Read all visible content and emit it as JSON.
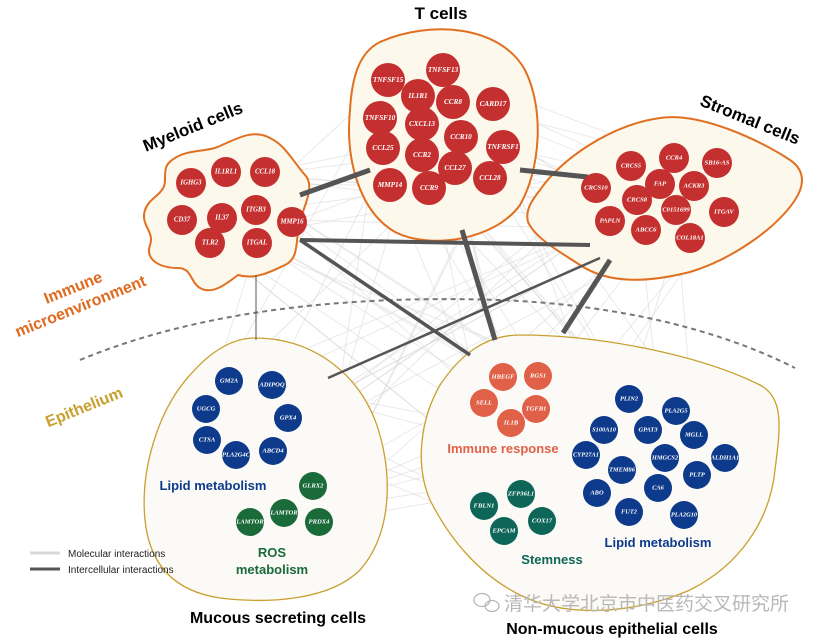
{
  "colors": {
    "immune_node": "#c4302f",
    "immune_outline": "#e07020",
    "immune_fill": "#fcf8ec",
    "epithelium_outline": "#c9a030",
    "epithelium_fill": "#fbfaf6",
    "lipid_node": "#0e3a8c",
    "ros_node": "#1a6a3a",
    "stemness_node": "#0e6658",
    "immune_response_node": "#e06048",
    "molecular_edge": "#d8d8d8",
    "intercellular_edge": "#555555",
    "immune_label": "#e06a1e",
    "epithelium_label": "#c9a030",
    "divider": "#777777"
  },
  "regions": {
    "immune": "Immune microenvironment",
    "immune_line1": "Immune",
    "immune_line2": "microenvironment",
    "epithelium": "Epithelium"
  },
  "groups": {
    "t_cells": {
      "title": "T cells",
      "nodes": [
        "TNFSF13",
        "TNFSF15",
        "IL1R1",
        "CCR8",
        "CARD17",
        "TNFSF10",
        "CXCL13",
        "CCR10",
        "CCL25",
        "CCR2",
        "TNFRSF1",
        "CCL27",
        "CCL28",
        "MMP14",
        "CCR9"
      ]
    },
    "myeloid_cells": {
      "title": "Myeloid cells",
      "nodes": [
        "IGHG3",
        "IL1RL1",
        "CCL18",
        "CD37",
        "IL37",
        "ITGB3",
        "MMP16",
        "TLR2",
        "ITGAL"
      ]
    },
    "stromal_cells": {
      "title": "Stromal cells",
      "nodes": [
        "CRCS5",
        "CCR4",
        "SB16-AS",
        "CRCS10",
        "FAP",
        "ACKR3",
        "CRCS8",
        "C0151699",
        "ITGAV",
        "PAPLN",
        "ABCC6",
        "COL18A1"
      ]
    },
    "mucous_secreting": {
      "title": "Mucous secreting cells",
      "clusters": [
        {
          "label": "Lipid metabolism",
          "nodes": [
            "GM2A",
            "ADIPOQ",
            "UGCG",
            "GPX4",
            "CTSA",
            "ABCD4",
            "PLA2G4C"
          ]
        },
        {
          "label": "ROS metabolism",
          "label_line1": "ROS",
          "label_line2": "metabolism",
          "nodes": [
            "GLRX2",
            "LAMTOR",
            "LAMTOR",
            "PRDX4"
          ]
        }
      ]
    },
    "non_mucous_epithelial": {
      "title": "Non-mucous epithelial cells",
      "clusters": [
        {
          "label": "Immune response",
          "nodes": [
            "HBEGF",
            "RGS1",
            "SELL",
            "TGFB1",
            "IL1B"
          ]
        },
        {
          "label": "Lipid metabolism",
          "nodes": [
            "PLIN2",
            "PLA2G5",
            "S100A10",
            "GPAT3",
            "MGLL",
            "CYP27A1",
            "HMGCS2",
            "ALDH1A1",
            "TMEM86",
            "PLTP",
            "ABO",
            "CA6",
            "FUT2",
            "PLA2G10"
          ]
        },
        {
          "label": "Stemness",
          "nodes": [
            "ZFP36L1",
            "FBLN1",
            "COX17",
            "EPCAM"
          ]
        }
      ]
    }
  },
  "legend": {
    "items": [
      {
        "label": "Molecular interactions",
        "type": "molecular"
      },
      {
        "label": "Intercellular interactions",
        "type": "intercellular"
      }
    ]
  },
  "watermark": {
    "text": "清华大学北京市中医药交叉研究所",
    "icon": "wechat-icon"
  }
}
